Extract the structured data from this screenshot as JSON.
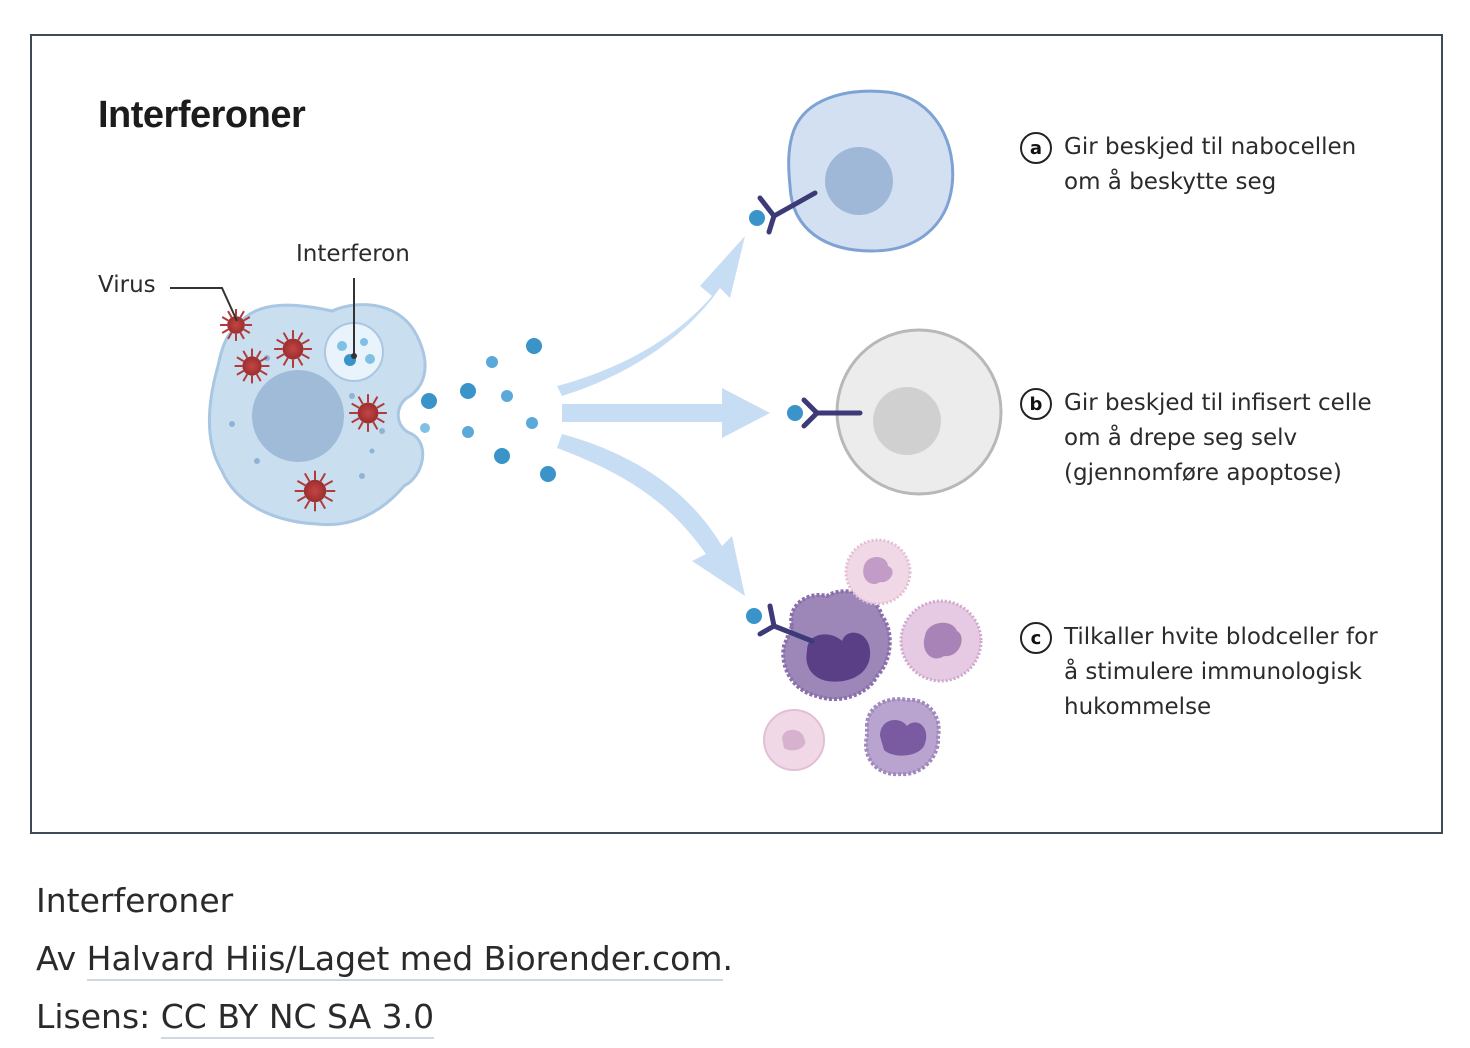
{
  "figure": {
    "title": "Interferoner",
    "labels": {
      "virus": "Virus",
      "interferon": "Interferon"
    },
    "steps": [
      {
        "badge": "a",
        "text": "Gir beskjed til nabocellen om å beskytte seg"
      },
      {
        "badge": "b",
        "text": "Gir beskjed til infisert celle om å drepe seg selv (gjennomføre apoptose)"
      },
      {
        "badge": "c",
        "text": "Tilkaller hvite blodceller for å stimulere immunologisk hukommelse"
      }
    ],
    "colors": {
      "infected_cell": "#c9dff0",
      "nucleus": "#9fbbd8",
      "virus": "#b23a3a",
      "interferon_dot": "#3a93c9",
      "arrow": "#c7ddf4",
      "receptor": "#3d3a78",
      "neighbor_cell": "#d3e0f1",
      "infected_target_cell": "#ececec",
      "white_cell": "#9d86b8"
    }
  },
  "caption": {
    "title": "Interferoner",
    "credit_prefix": "Av ",
    "credit_link": "Halvard Hiis/Laget med Biorender.com",
    "credit_suffix": ".",
    "license_prefix": "Lisens: ",
    "license_link": "CC BY NC SA 3.0"
  }
}
